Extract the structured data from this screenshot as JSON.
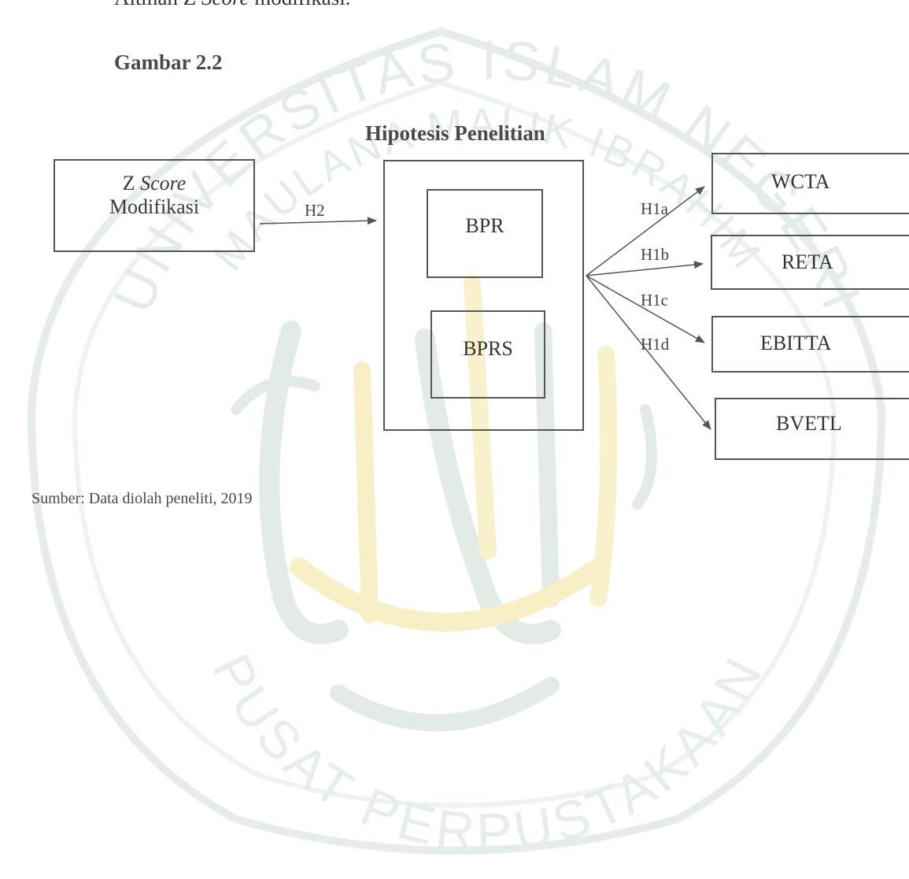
{
  "page": {
    "top_text_prefix": "Altman Z ",
    "top_text_italic": "Score",
    "top_text_suffix": " modifikasi.",
    "figure_number": "Gambar 2.2",
    "figure_title": "Hipotesis Penelitian",
    "source": "Sumber: Data diolah peneliti, 2019"
  },
  "diagram": {
    "independent": {
      "line1_prefix": "Z ",
      "line1_italic": "Score",
      "line2": "Modifikasi"
    },
    "container_items": [
      "BPR",
      "BPRS"
    ],
    "targets": [
      "WCTA",
      "RETA",
      "EBITTA",
      "BVETL"
    ],
    "hypotheses": [
      "H2",
      "H1a",
      "H1b",
      "H1c",
      "H1d"
    ]
  },
  "watermark": {
    "text_top": "UNIVERSITAS ISLAM NEGERI",
    "text_middle": "MAULANA MALIK IBRAHIM",
    "text_bottom": "PUSAT PERPUSTAKAAN",
    "green": "#e3ece6",
    "gold": "#fbf3cf"
  }
}
